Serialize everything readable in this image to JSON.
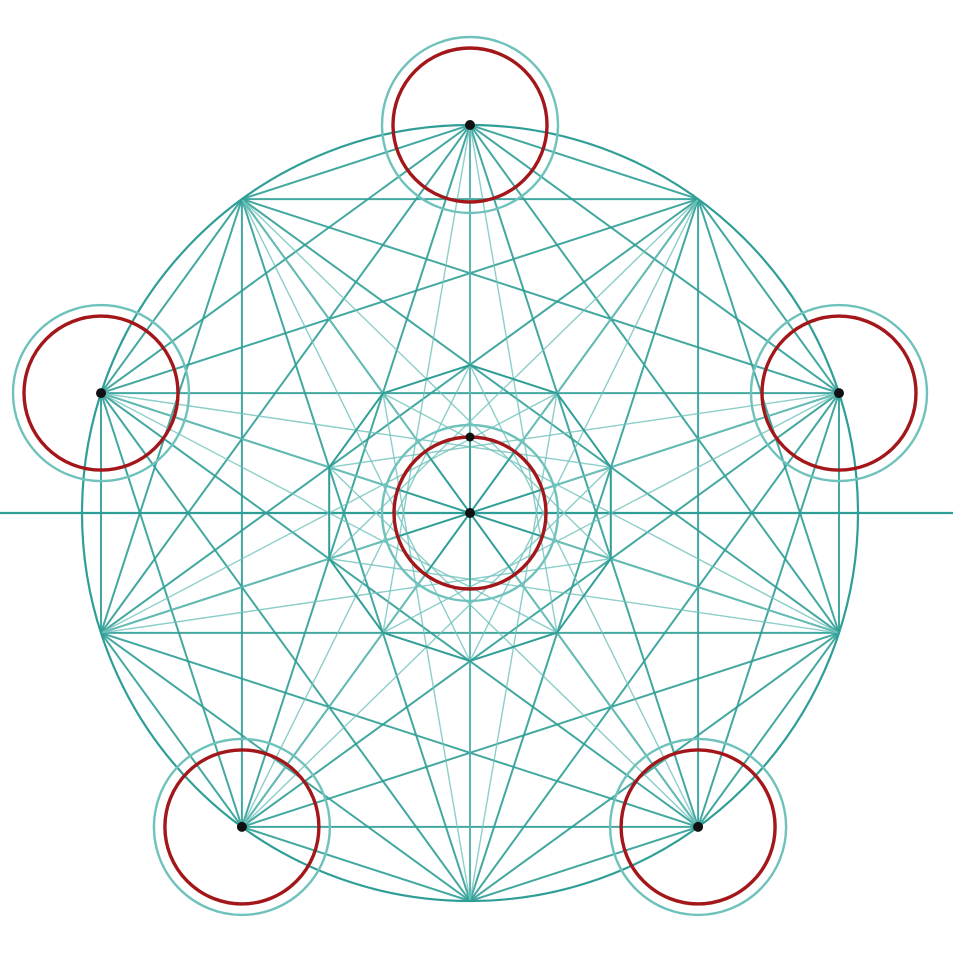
{
  "diagram": {
    "kind": "sacred-geometry-decagon",
    "colors": {
      "background": "#ffffff",
      "line": "#2f9e96",
      "line_light": "#6fc2bc",
      "highlight_circle": "#a3161a",
      "dot": "#111111"
    },
    "structure": {
      "outer_polygon_sides": 10,
      "inner_polygon_sides": 10,
      "highlighted_circles": 6,
      "connect_all_vertices": true
    }
  }
}
